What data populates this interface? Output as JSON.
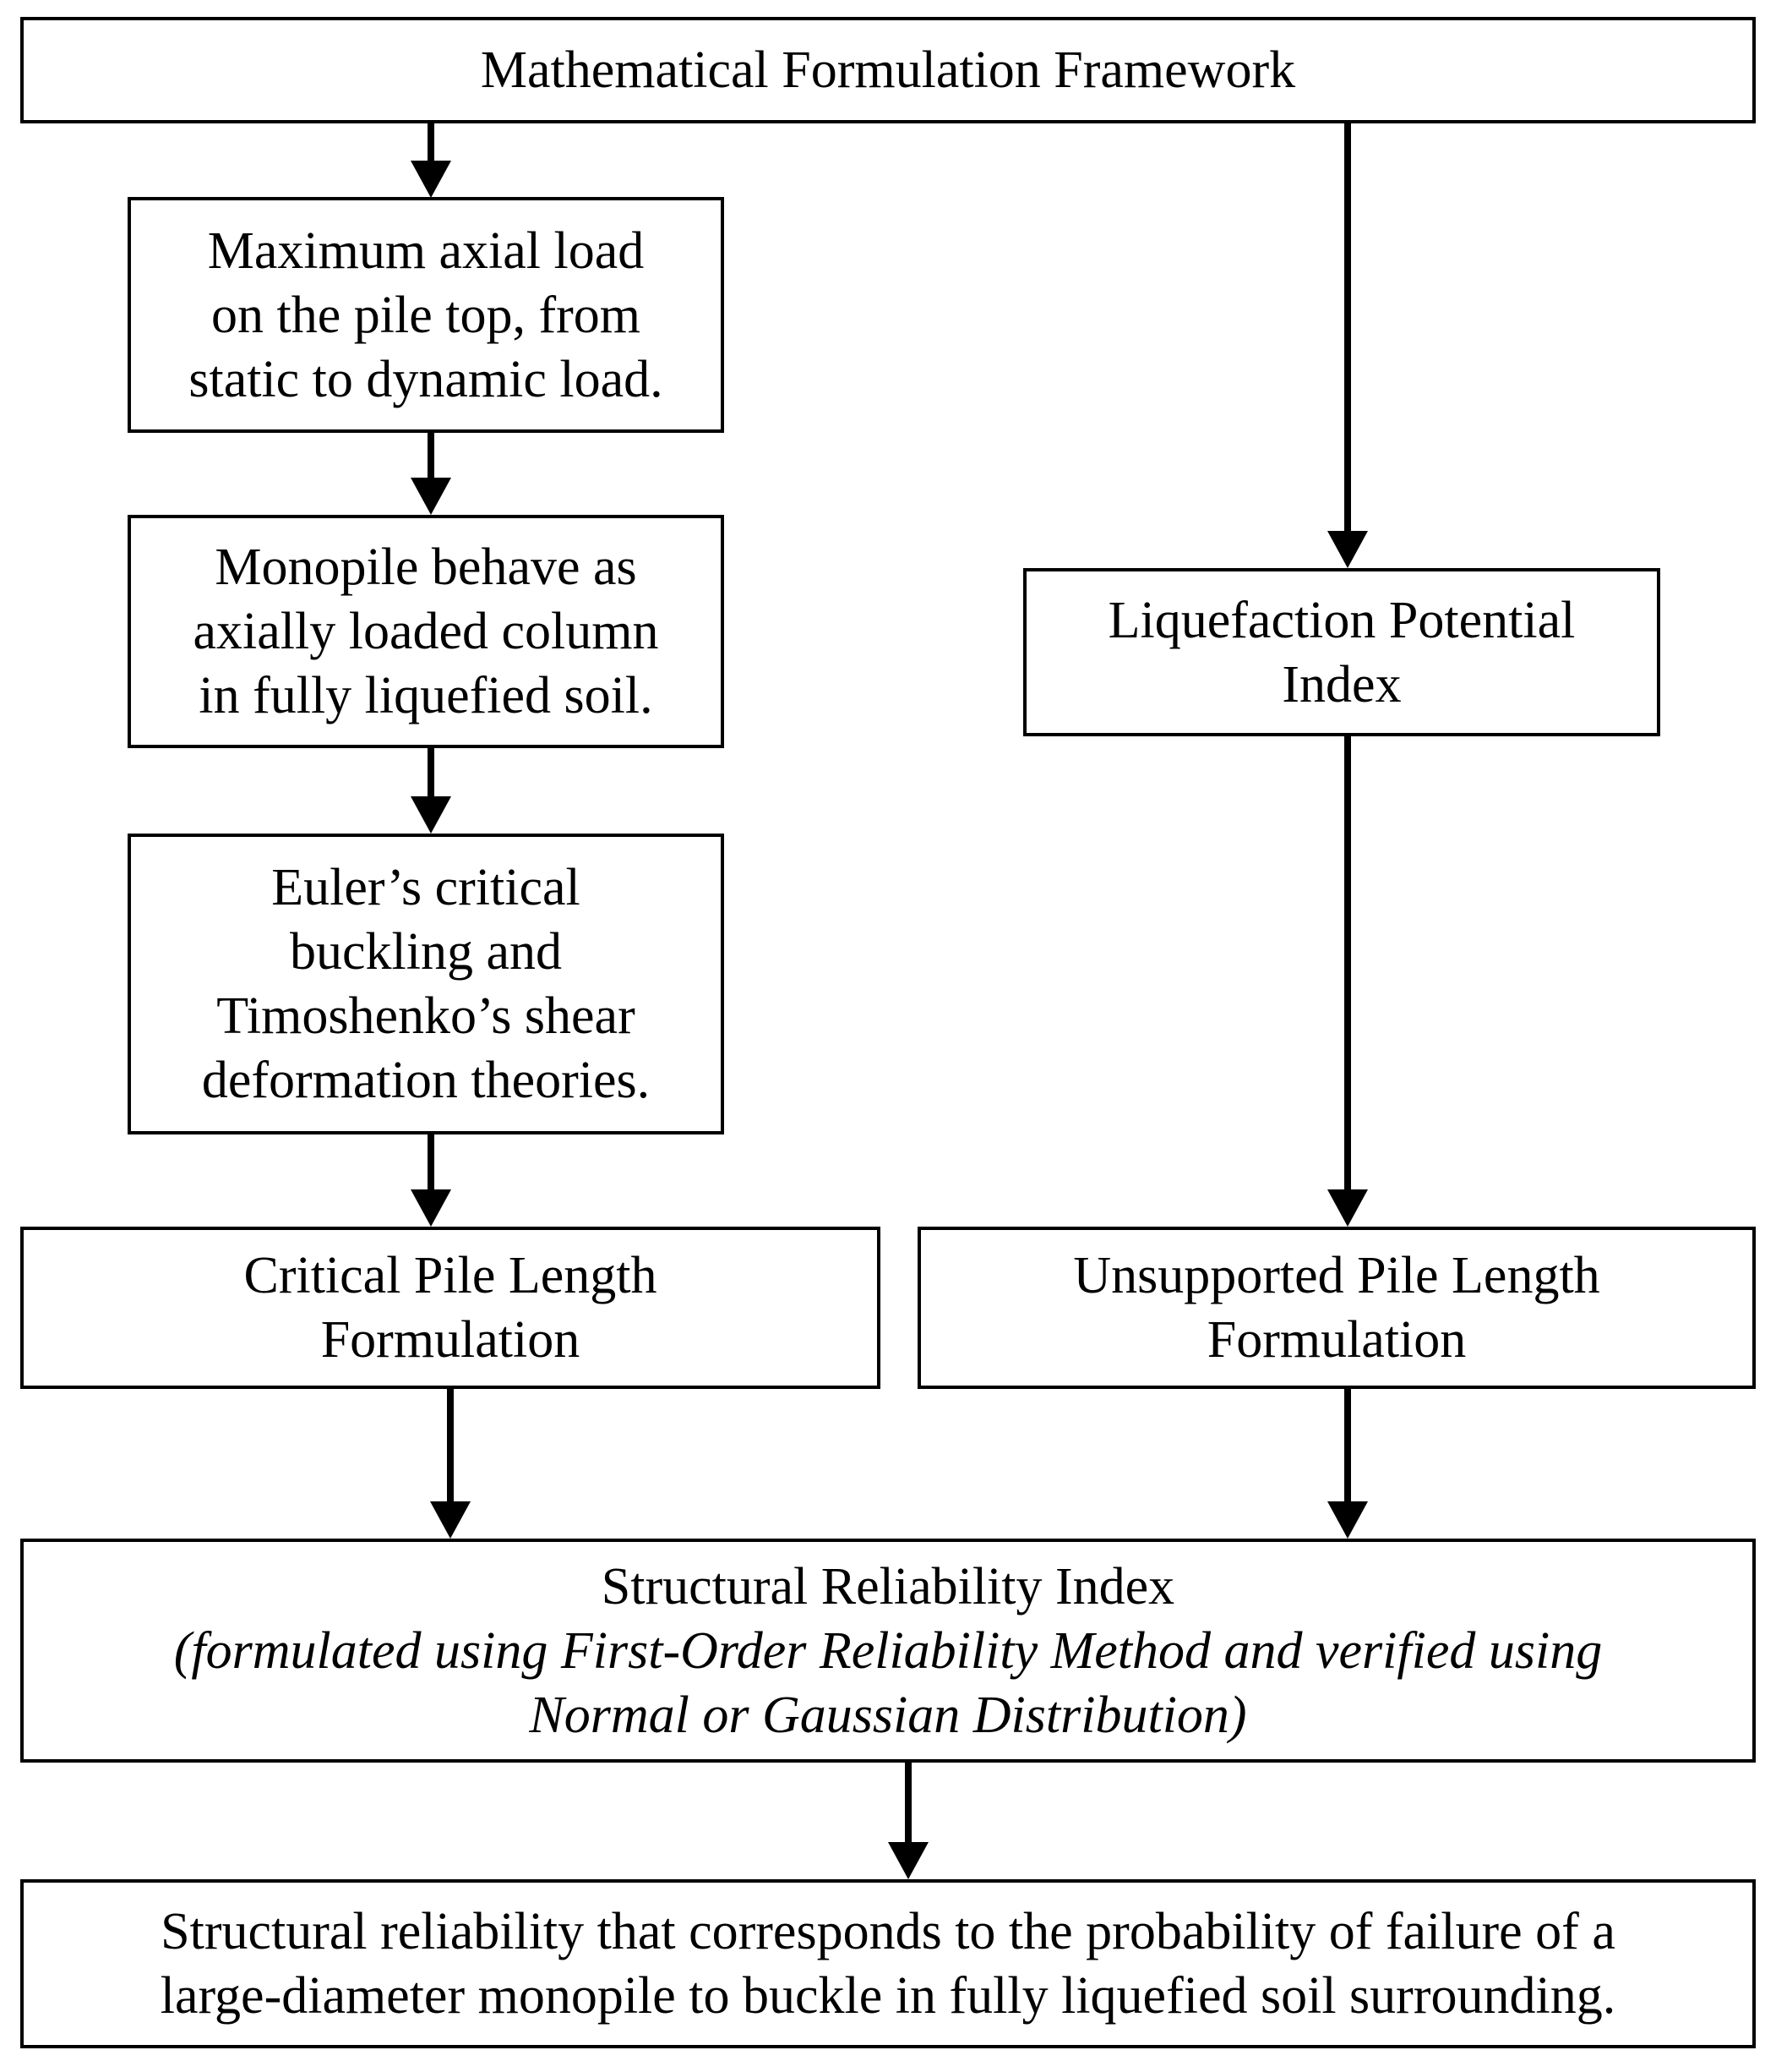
{
  "figure": "flowchart",
  "colors": {
    "background": "#ffffff",
    "border": "#000000",
    "text": "#000000"
  },
  "nodes": {
    "framework": {
      "lines": [
        "Mathematical Formulation Framework"
      ]
    },
    "max_axial_load": {
      "lines": [
        "Maximum axial load",
        "on the pile top, from",
        "static to dynamic load."
      ]
    },
    "monopile_column": {
      "lines": [
        "Monopile behave as",
        "axially loaded column",
        "in fully liquefied soil."
      ]
    },
    "euler_timoshenko": {
      "lines": [
        "Euler’s critical",
        "buckling and",
        "Timoshenko’s shear",
        "deformation theories."
      ]
    },
    "critical_pile_length": {
      "lines": [
        "Critical Pile Length",
        "Formulation"
      ]
    },
    "liquefaction_index": {
      "lines": [
        "Liquefaction Potential",
        "Index"
      ]
    },
    "unsupported_pile_length": {
      "lines": [
        "Unsupported Pile Length",
        "Formulation"
      ]
    },
    "reliability_index": {
      "title": "Structural Reliability Index",
      "subtitle_lines": [
        "(formulated using First-Order Reliability Method and verified using",
        "Normal or Gaussian Distribution)"
      ]
    },
    "conclusion": {
      "lines": [
        "Structural reliability that corresponds to the probability of failure of a",
        "large-diameter monopile to buckle in fully liquefied soil surrounding."
      ]
    }
  }
}
